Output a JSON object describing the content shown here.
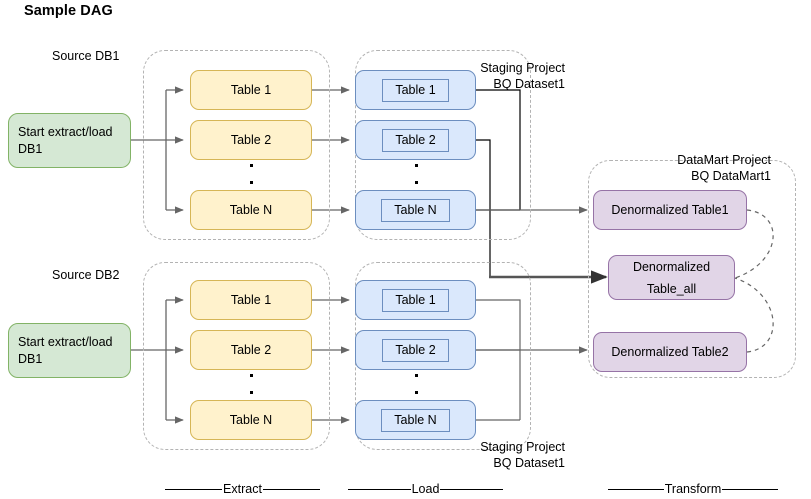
{
  "title": "Sample DAG",
  "labels": {
    "source_db1": "Source DB1",
    "source_db2": "Source DB2",
    "staging_top": "Staging Project\nBQ Dataset1",
    "staging_bottom": "Staging Project\nBQ Dataset1",
    "datamart": "DataMart Project\nBQ DataMart1"
  },
  "phases": [
    {
      "name": "extract",
      "label": "Extract"
    },
    {
      "name": "load",
      "label": "Load"
    },
    {
      "name": "transform",
      "label": "Transform"
    }
  ],
  "start_nodes": [
    {
      "id": "start-db1",
      "label": "Start extract/load\nDB1"
    },
    {
      "id": "start-db2",
      "label": "Start extract/load\nDB1"
    }
  ],
  "extract_group_1": {
    "tables": [
      {
        "id": "extract-1-table-1",
        "label": "Table 1"
      },
      {
        "id": "extract-1-table-2",
        "label": "Table 2"
      },
      {
        "id": "extract-1-table-n",
        "label": "Table N"
      }
    ]
  },
  "extract_group_2": {
    "tables": [
      {
        "id": "extract-2-table-1",
        "label": "Table 1"
      },
      {
        "id": "extract-2-table-2",
        "label": "Table 2"
      },
      {
        "id": "extract-2-table-n",
        "label": "Table N"
      }
    ]
  },
  "load_group_1": {
    "tables": [
      {
        "id": "load-1-table-1",
        "label": "Table 1"
      },
      {
        "id": "load-1-table-2",
        "label": "Table 2"
      },
      {
        "id": "load-1-table-n",
        "label": "Table N"
      }
    ]
  },
  "load_group_2": {
    "tables": [
      {
        "id": "load-2-table-1",
        "label": "Table 1"
      },
      {
        "id": "load-2-table-2",
        "label": "Table 2"
      },
      {
        "id": "load-2-table-n",
        "label": "Table N"
      }
    ]
  },
  "transform_group": {
    "tables": [
      {
        "id": "denorm-table-1",
        "label": "Denormalized Table1"
      },
      {
        "id": "denorm-table-all",
        "label": "Denormalized\nTable_all"
      },
      {
        "id": "denorm-table-2",
        "label": "Denormalized Table2"
      }
    ]
  },
  "colors": {
    "green_fill": "#d5e8d4",
    "green_stroke": "#82b366",
    "yellow_fill": "#fff2cc",
    "yellow_stroke": "#d6b656",
    "blue_fill": "#dae8fc",
    "blue_stroke": "#6c8ebf",
    "purple_fill": "#e1d5e7",
    "purple_stroke": "#9673a6",
    "group_stroke": "#b3b3b3",
    "arrow_stroke": "#666666",
    "connector_stroke": "#000000",
    "background": "#ffffff"
  }
}
